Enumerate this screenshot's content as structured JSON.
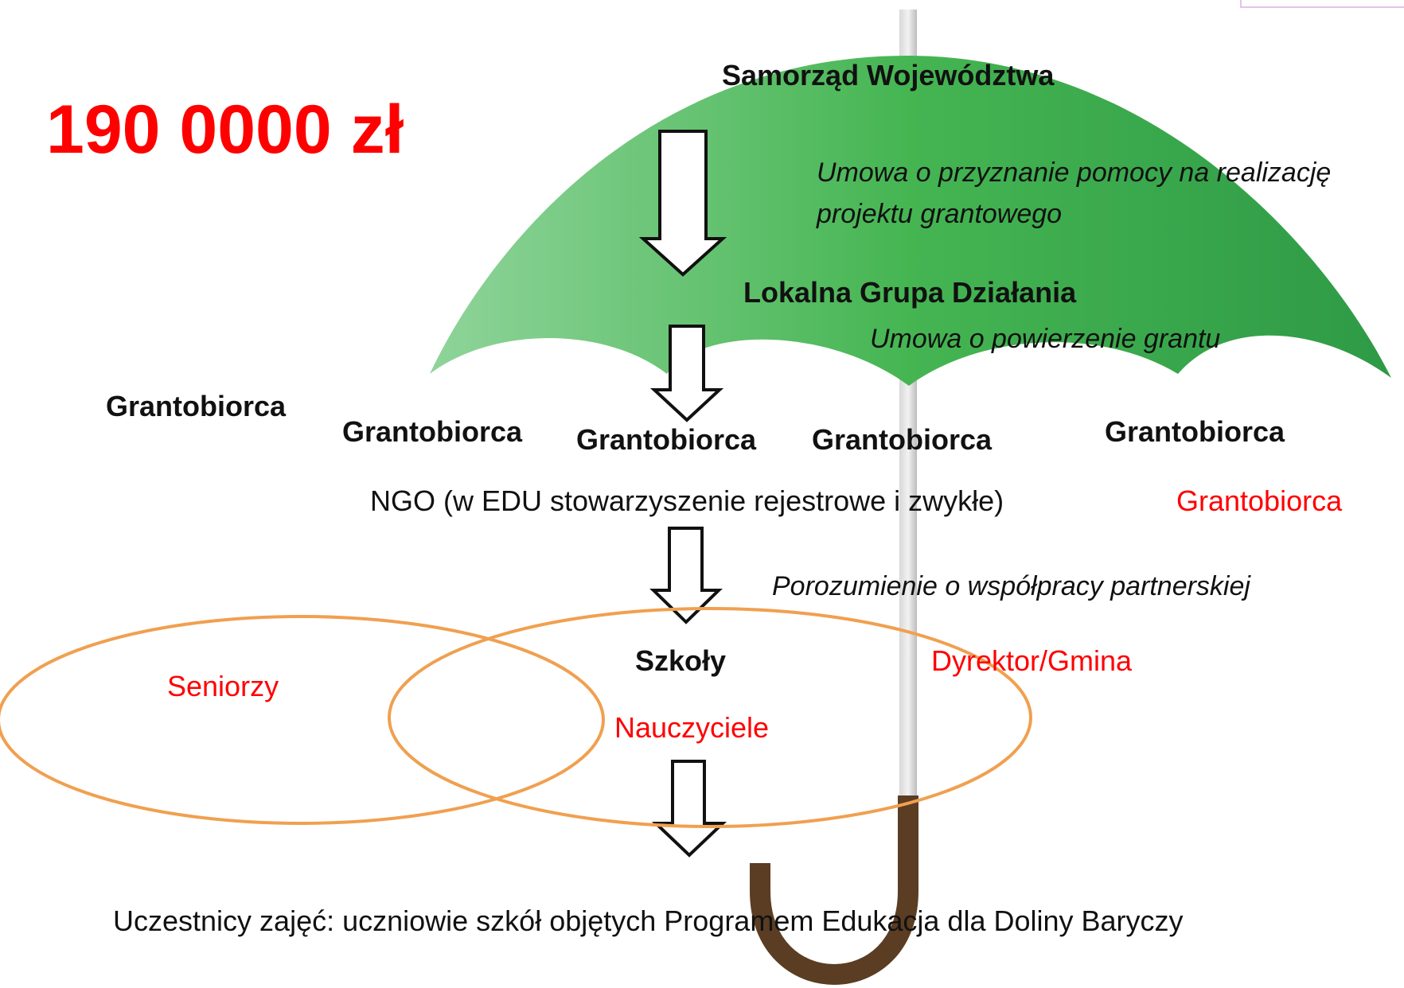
{
  "amount": "190 0000 zł",
  "labels": {
    "samorzad": "Samorząd Województwa",
    "umowa_pomocy_line1": "Umowa o przyznanie pomocy na realizację",
    "umowa_pomocy_line2": "projektu grantowego",
    "lgd": "Lokalna Grupa Działania",
    "umowa_grantu": "Umowa o powierzenie grantu",
    "grantobiorca_1": "Grantobiorca",
    "grantobiorca_2": "Grantobiorca",
    "grantobiorca_3": "Grantobiorca",
    "grantobiorca_4": "Grantobiorca",
    "grantobiorca_5": "Grantobiorca",
    "ngo": "NGO (w EDU stowarzyszenie rejestrowe i zwykłe)",
    "grantobiorca_red": "Grantobiorca",
    "porozumienie": "Porozumienie o współpracy partnerskiej",
    "szkoly": "Szkoły",
    "dyrektor": "Dyrektor/Gmina",
    "seniorzy": "Seniorzy",
    "nauczyciele": "Nauczyciele",
    "uczestnicy": "Uczestnicy zajęć: uczniowie szkół objętych Programem Edukacja dla Doliny Baryczy"
  },
  "colors": {
    "canopy_light": "#8fd49a",
    "canopy_dark": "#2e9a46",
    "shaft": "#c9c9c9",
    "handle": "#5a3d22",
    "ellipse": "#f0a050",
    "accent_red": "#ff0000"
  }
}
